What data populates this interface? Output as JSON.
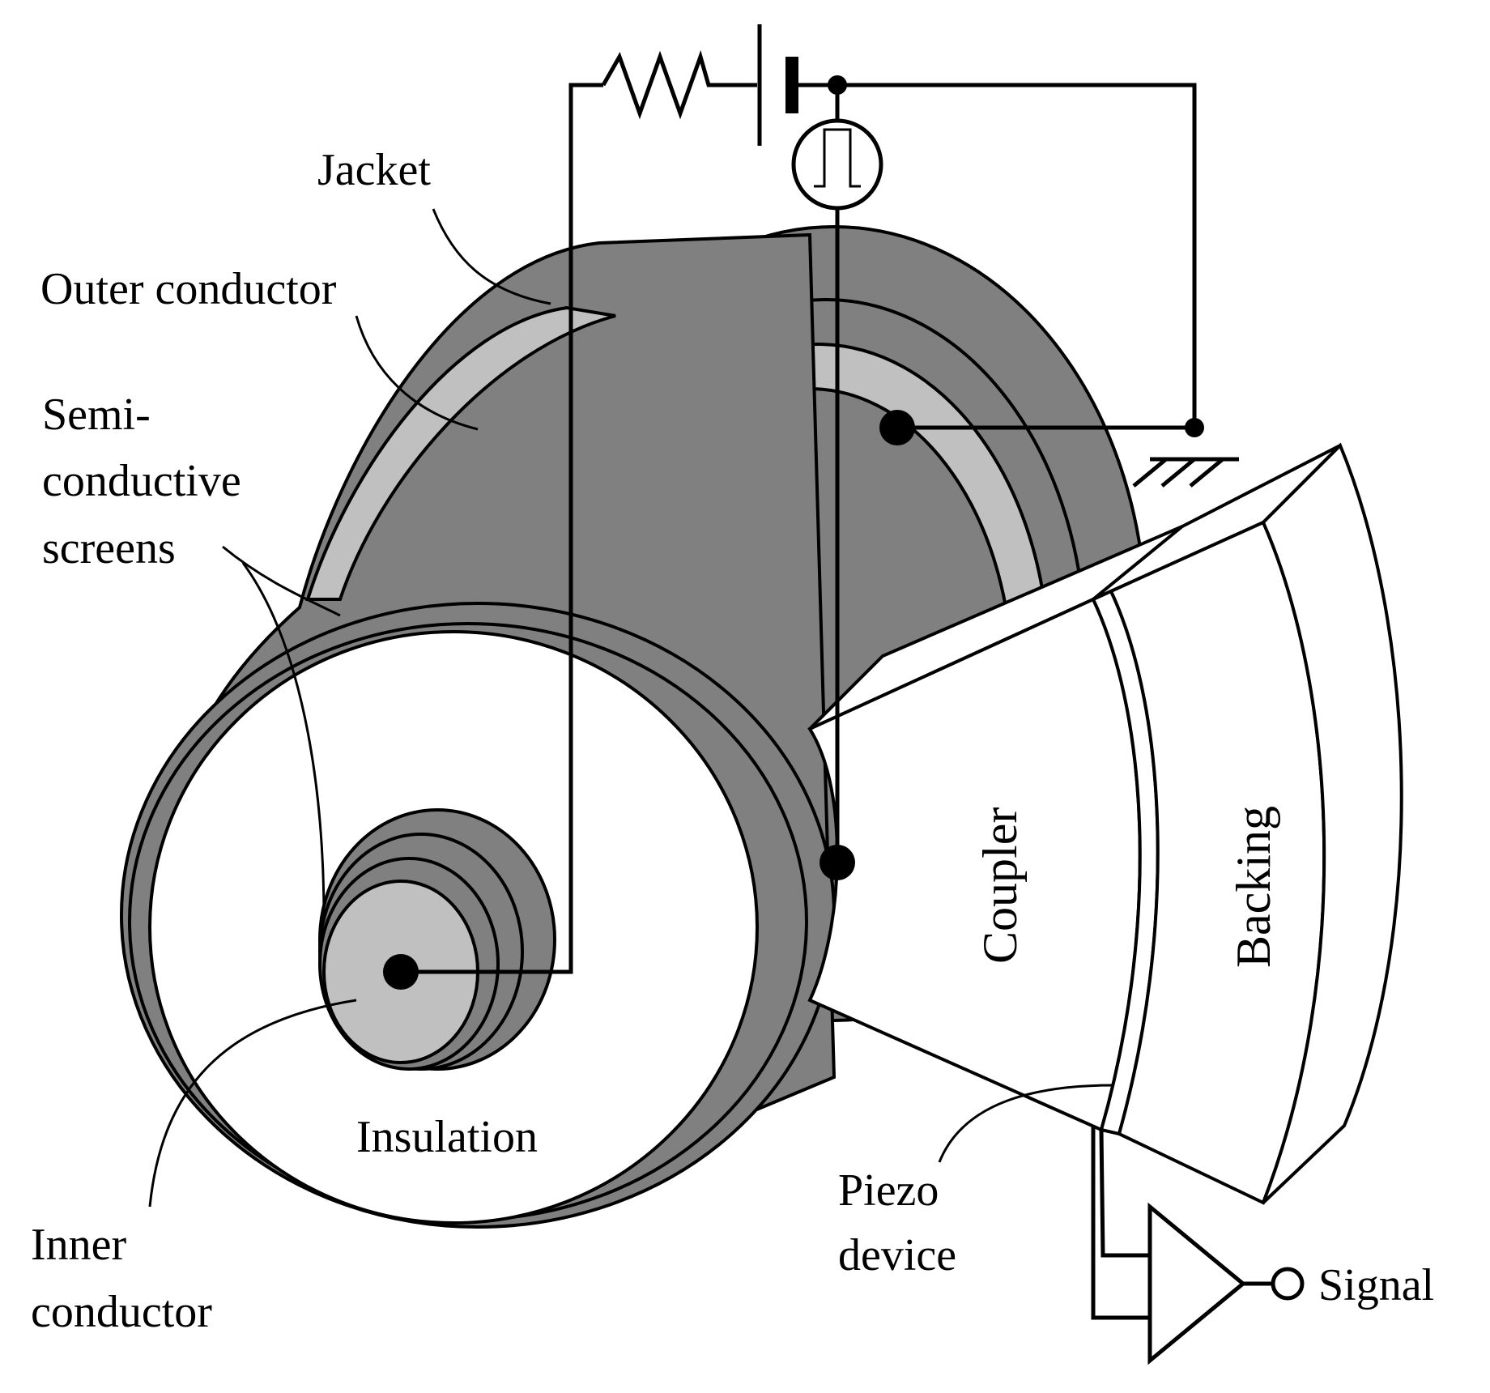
{
  "labels": {
    "jacket": "Jacket",
    "outer_conductor": "Outer conductor",
    "semi_line1": "Semi-",
    "semi_line2": "conductive",
    "semi_line3": "screens",
    "insulation": "Insulation",
    "inner_line1": "Inner",
    "inner_line2": "conductor",
    "coupler": "Coupler",
    "backing": "Backing",
    "piezo_line1": "Piezo",
    "piezo_line2": "device",
    "signal": "Signal"
  },
  "colors": {
    "dark_layer": "#808080",
    "light_layer": "#c0c0c0",
    "background": "#ffffff",
    "line": "#000000"
  },
  "icons": [
    "resistor-icon",
    "battery-icon",
    "pulse-source-icon",
    "ground-icon",
    "amplifier-icon",
    "output-terminal-icon"
  ]
}
